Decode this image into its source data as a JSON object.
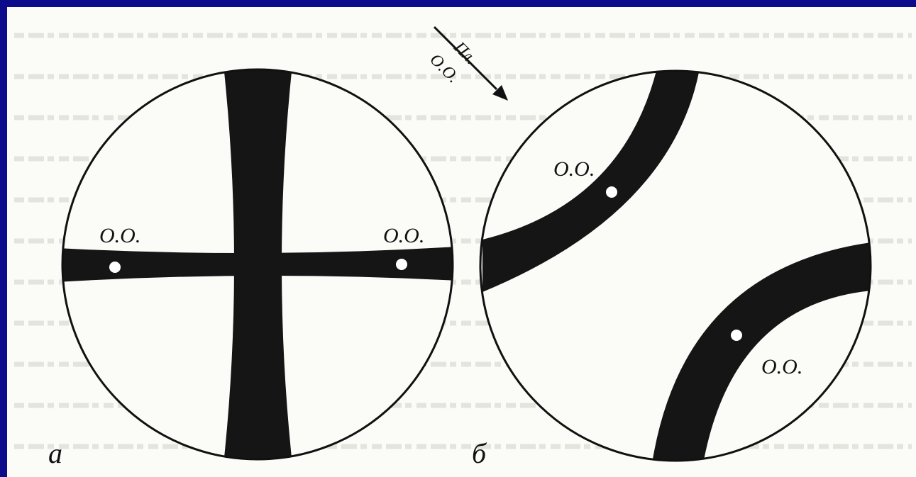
{
  "figure": {
    "panel_a": {
      "letter": "а",
      "optic_axis_left_label": "O.O.",
      "optic_axis_right_label": "O.O."
    },
    "panel_b": {
      "letter": "б",
      "optic_axis_upper_label": "O.O.",
      "optic_axis_lower_label": "O.O.",
      "arrow_label_top": "Пл.",
      "arrow_label_bottom": "O.O."
    }
  },
  "colors": {
    "frame": "#0b0b8c",
    "paper": "#fbfbf8",
    "ink": "#111111",
    "isogyre": "#151515",
    "optic_axis_dot": "#ffffff"
  }
}
